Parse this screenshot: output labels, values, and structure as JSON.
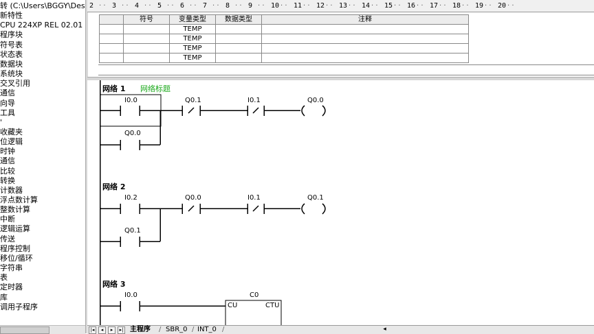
{
  "tree": {
    "items": [
      {
        "label": "转 (C:\\Users\\BGGY\\Deskto"
      },
      {
        "label": "新特性"
      },
      {
        "label": "CPU 224XP REL 02.01"
      },
      {
        "label": "程序块"
      },
      {
        "label": "符号表"
      },
      {
        "label": "状态表"
      },
      {
        "label": "数据块"
      },
      {
        "label": "系统块"
      },
      {
        "label": "交叉引用"
      },
      {
        "label": "通信"
      },
      {
        "label": "向导"
      },
      {
        "label": "工具"
      },
      {
        "label": "'"
      },
      {
        "label": "收藏夹"
      },
      {
        "label": "位逻辑"
      },
      {
        "label": "时钟"
      },
      {
        "label": "通信"
      },
      {
        "label": "比较"
      },
      {
        "label": "转换"
      },
      {
        "label": "计数器"
      },
      {
        "label": "浮点数计算"
      },
      {
        "label": "整数计算"
      },
      {
        "label": "中断"
      },
      {
        "label": "逻辑运算"
      },
      {
        "label": "传送"
      },
      {
        "label": "程序控制"
      },
      {
        "label": "移位/循环"
      },
      {
        "label": "字符串"
      },
      {
        "label": "表"
      },
      {
        "label": "定时器"
      },
      {
        "label": "库"
      },
      {
        "label": "调用子程序"
      }
    ]
  },
  "ruler": {
    "marks": [
      "2",
      "3",
      "4",
      "5",
      "6",
      "7",
      "8",
      "9",
      "10",
      "11",
      "12",
      "13",
      "14",
      "15",
      "16",
      "17",
      "18",
      "19",
      "20"
    ]
  },
  "var_table": {
    "headers": [
      "符号",
      "变量类型",
      "数据类型",
      "注释"
    ],
    "rows": [
      {
        "var_type": "TEMP"
      },
      {
        "var_type": "TEMP"
      },
      {
        "var_type": "TEMP"
      },
      {
        "var_type": "TEMP"
      }
    ]
  },
  "networks": [
    {
      "title": "网络 1",
      "comment": "网络标题",
      "contacts": [
        {
          "name": "I0.0",
          "type": "NO"
        },
        {
          "name": "Q0.1",
          "type": "NC"
        },
        {
          "name": "I0.1",
          "type": "NC"
        }
      ],
      "branch": {
        "name": "Q0.0",
        "type": "NO"
      },
      "coil": "Q0.0"
    },
    {
      "title": "网络 2",
      "comment": "",
      "contacts": [
        {
          "name": "I0.2",
          "type": "NO"
        },
        {
          "name": "Q0.0",
          "type": "NC"
        },
        {
          "name": "I0.1",
          "type": "NC"
        }
      ],
      "branch": {
        "name": "Q0.1",
        "type": "NO"
      },
      "coil": "Q0.1"
    },
    {
      "title": "网络 3",
      "comment": "",
      "contacts": [
        {
          "name": "I0.0",
          "type": "NO"
        }
      ],
      "box": {
        "name": "C0",
        "in": "CU",
        "type": "CTU"
      }
    }
  ],
  "tabs": [
    {
      "label": "主程序",
      "active": true
    },
    {
      "label": "SBR_0",
      "active": false
    },
    {
      "label": "INT_0",
      "active": false
    }
  ],
  "colors": {
    "comment": "#1aa81a",
    "selection": "#000000"
  }
}
